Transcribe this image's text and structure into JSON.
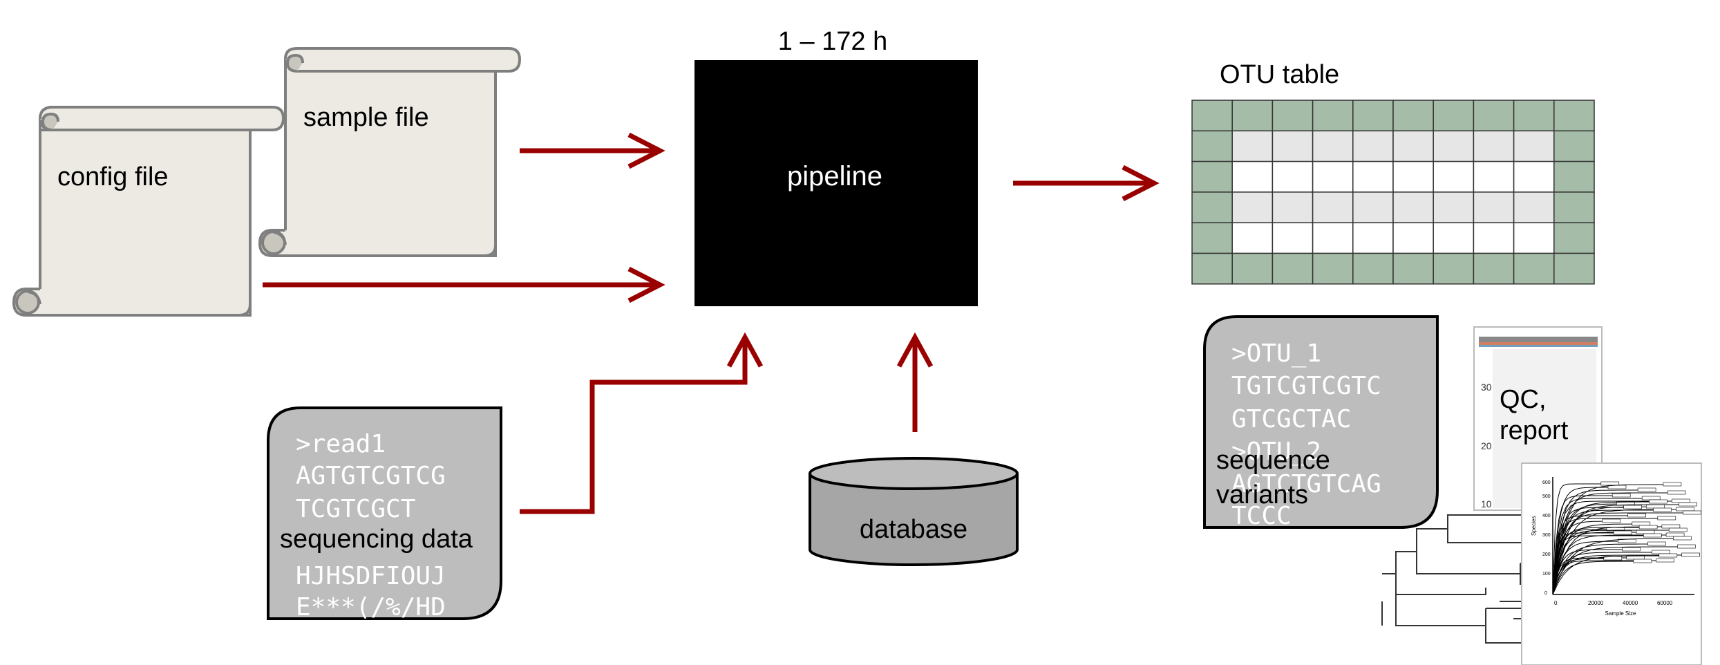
{
  "labels": {
    "config_file": "config file",
    "sample_file": "sample file",
    "pipeline_time": "1 – 172 h",
    "pipeline": "pipeline",
    "otu_table": "OTU table",
    "database": "database",
    "sequencing_data": "sequencing data",
    "sequence_variants_line1": "sequence",
    "sequence_variants_line2": "variants",
    "qc_report_line1": "QC,",
    "qc_report_line2": "report"
  },
  "read_card": {
    "lines": [
      ">read1",
      "AGTGTCGTCG",
      "TCGTCGCT",
      "HJHSDFIOUJ",
      "E***(/%/HD"
    ]
  },
  "otu_card": {
    "lines": [
      ">OTU_1",
      "TGTCGTCGTC",
      "GTCGCTAC",
      ">OTU_2",
      "AGTCTGTCAG",
      "TCCC"
    ]
  },
  "qc_plot": {
    "ytick_30": "30",
    "ytick_20": "20",
    "ytick_10": "10",
    "xticks": [
      "0",
      "20000",
      "40000",
      "60000"
    ],
    "xlabel": "Sample Size",
    "ylabel": "Species",
    "yticks": [
      "0",
      "100",
      "200",
      "300",
      "400",
      "500",
      "600"
    ]
  },
  "colors": {
    "arrow": "#990000",
    "scroll_fill": "#eceae3",
    "scroll_stroke": "#7f7f7f",
    "pipeline_box": "#000000",
    "table_header": "#a5bca8",
    "table_stripe": "#e6e6e6",
    "card_fill": "#bdbdbd",
    "database_fill": "#a6a6a6"
  }
}
